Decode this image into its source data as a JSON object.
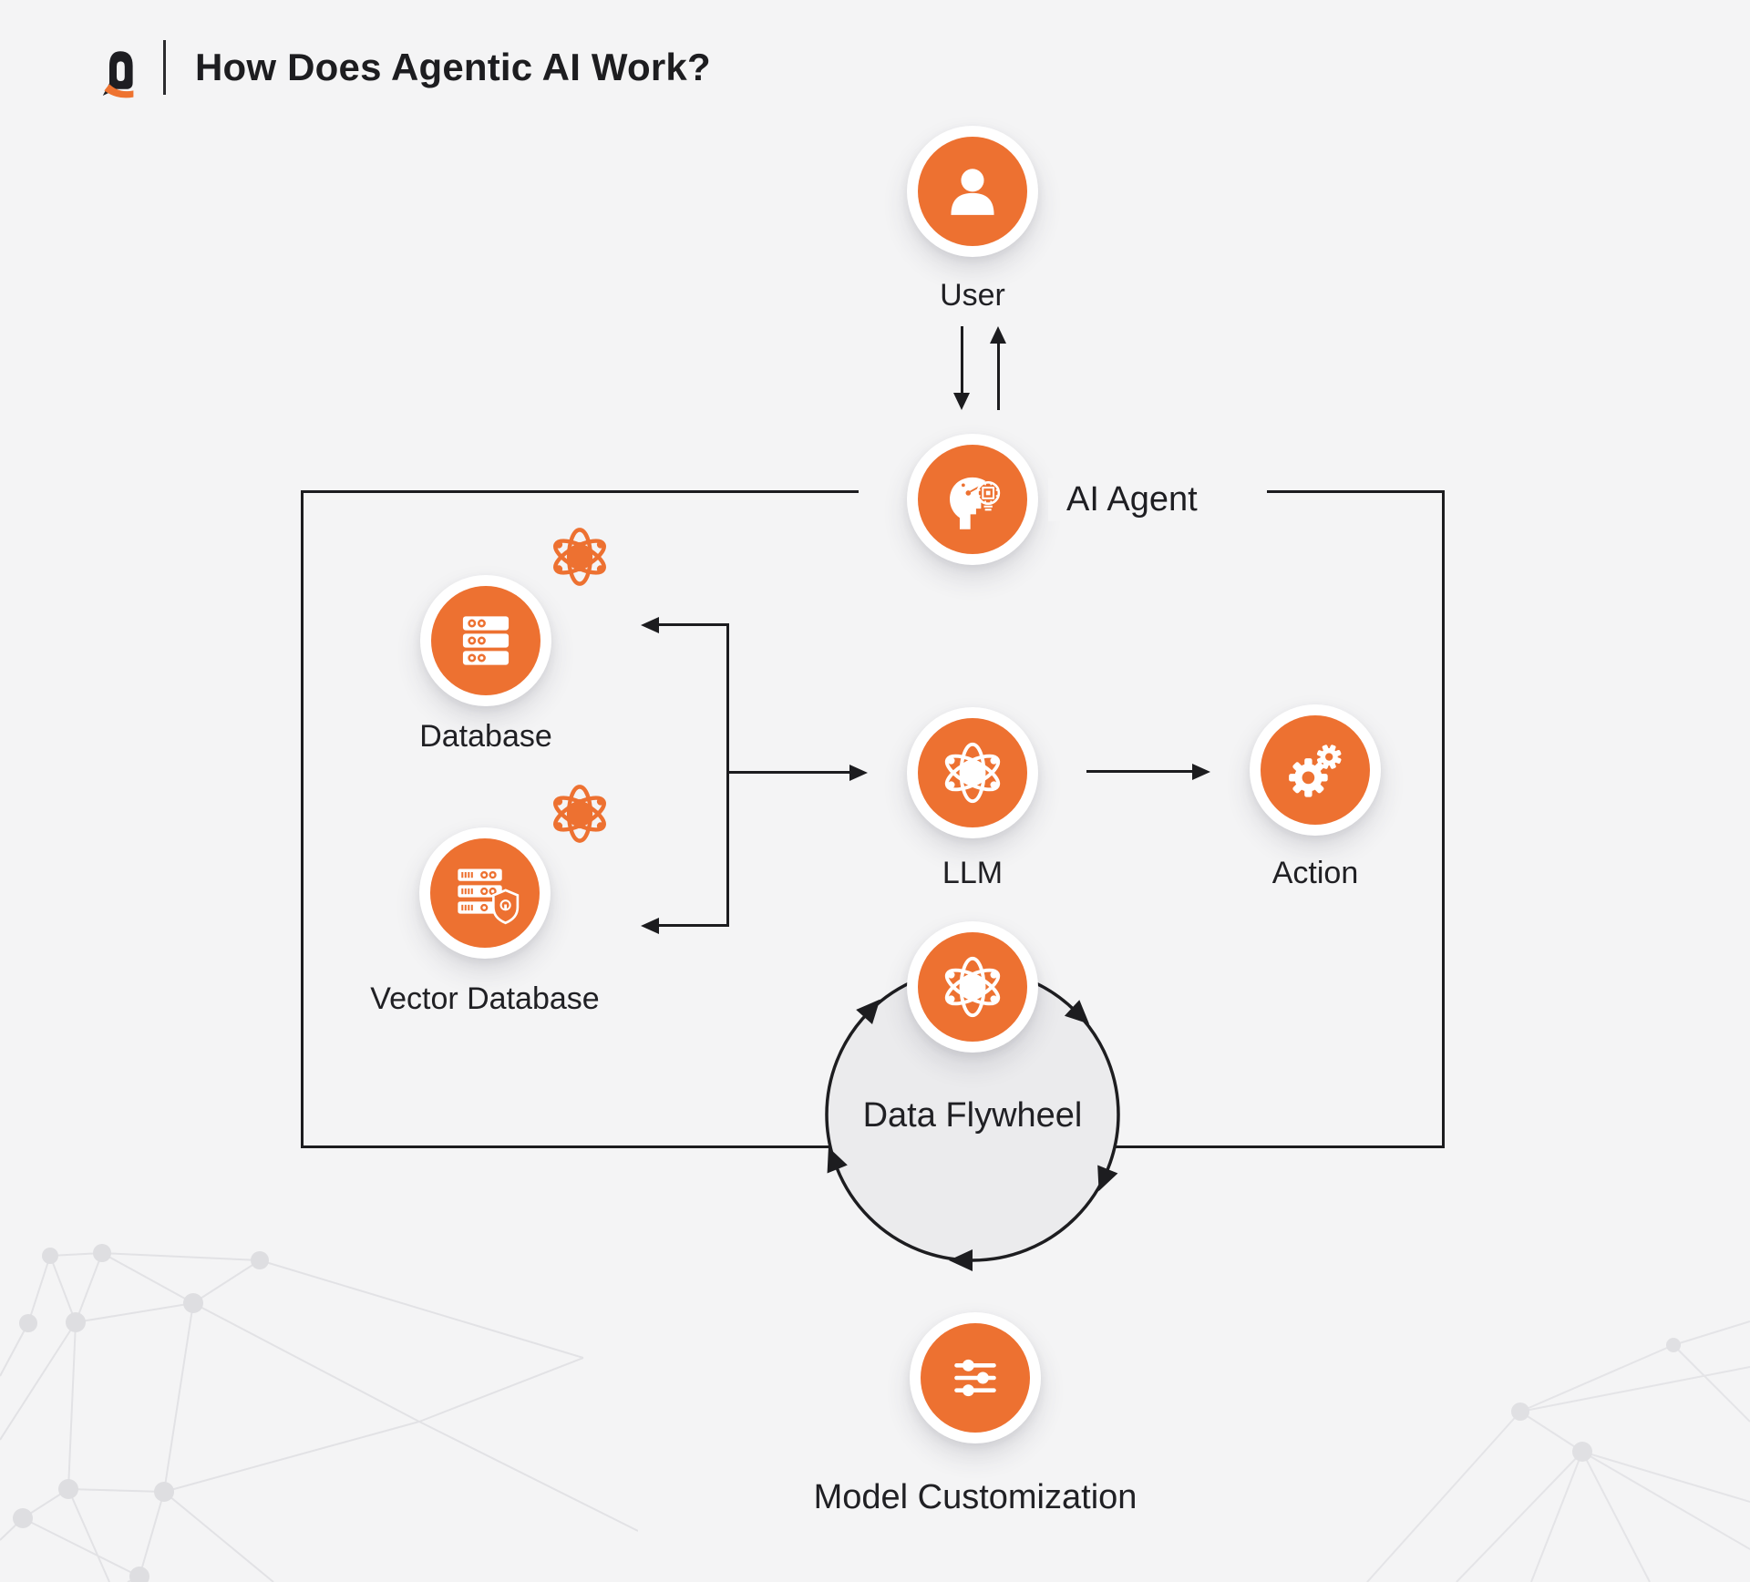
{
  "header": {
    "title": "How Does Agentic AI Work?",
    "logo_icon": "q-logo"
  },
  "nodes": {
    "user": {
      "label": "User",
      "icon": "person-icon"
    },
    "ai_agent": {
      "label": "AI Agent",
      "icon": "head-chip-bulb-icon"
    },
    "database": {
      "label": "Database",
      "icon": "server-stack-icon",
      "decoration": "atom-icon"
    },
    "vector_database": {
      "label": "Vector Database",
      "icon": "secure-server-shield-icon",
      "decoration": "atom-icon"
    },
    "llm": {
      "label": "LLM",
      "icon": "atom-icon"
    },
    "action": {
      "label": "Action",
      "icon": "gears-icon"
    },
    "data_flywheel": {
      "label": "Data Flywheel",
      "icon": "atom-icon",
      "shape": "circular-arrows-clockwise"
    },
    "model_customization": {
      "label": "Model Customization",
      "icon": "sliders-icon"
    }
  },
  "connections": [
    "User -> AI Agent (down arrow)",
    "AI Agent -> User (up arrow)",
    "AI Agent box junction -> Database (left arrow)",
    "AI Agent box junction -> Vector Database (left arrow)",
    "AI Agent box junction -> LLM (right arrow)",
    "LLM -> Action (right arrow)"
  ],
  "colors": {
    "accent_orange": "#ED7131",
    "ink": "#1d1d20",
    "line": "#1c1c1f",
    "background": "#F4F4F5",
    "flywheel_fill": "#EBEBED",
    "constellation": "#E2E2E5",
    "node_bg": "#FFFFFF"
  }
}
